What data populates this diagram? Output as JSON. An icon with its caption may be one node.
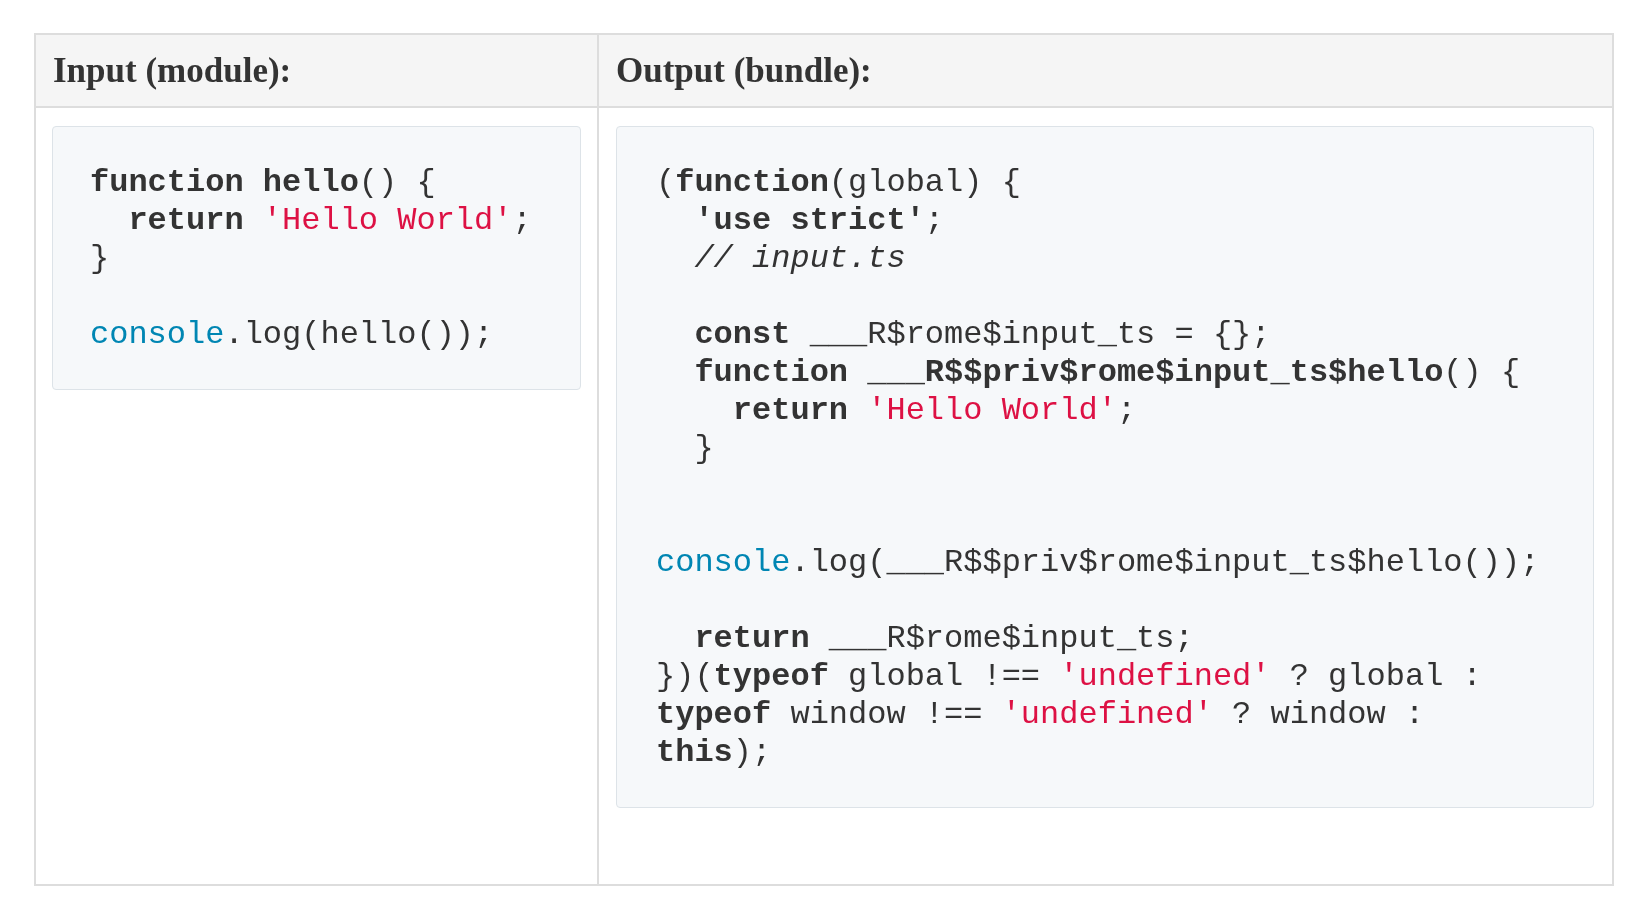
{
  "diagram": {
    "nodes": [
      {
        "text": [
          "Input (module):"
        ]
      },
      {
        "text": [
          "Output (bundle):"
        ]
      },
      {
        "text": [
          "**function** **hello**() {",
          "  **return** 'Hello World';",
          "}",
          "console.log(hello());"
        ]
      },
      {
        "text": [
          "(**function**(global) {",
          "  **'use strict'**;",
          "  *// input.ts*",
          "  **const** ___R$rome$input_ts = {};",
          "  **function** **___R$$priv$rome$input_ts$hello**() {",
          "    **return** 'Hello World';",
          "  }",
          "console.log(___R$$priv$rome$input_ts$hello());",
          "  **return** ___R$rome$input_ts;",
          "})(**typeof** global !== 'undefined' ? global :",
          "**typeof** window !== 'undefined' ? window :",
          "**this**);"
        ]
      }
    ]
  }
}
